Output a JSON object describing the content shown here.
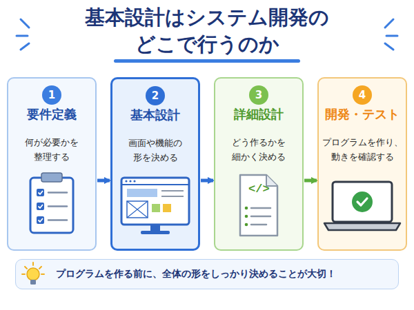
{
  "diagram": {
    "title": "基本設計はシステム開発の どこで行うのか",
    "nodes": [
      {
        "text": [
          "要件定義",
          "何が必要かを 整理する"
        ]
      },
      {
        "text": [
          "1"
        ],
        "in": 0
      },
      {
        "text": [
          "基本設計",
          "画面や機能の 形を決める"
        ]
      },
      {
        "text": [
          "2"
        ],
        "in": 2
      },
      {
        "text": [
          "詳細設計",
          "どう作るかを 細かく決める"
        ]
      },
      {
        "text": [
          "3"
        ],
        "in": 4
      },
      {
        "text": [
          "開発・テスト",
          "プログラムを作り、 動きを確認する"
        ]
      },
      {
        "text": [
          "4"
        ],
        "in": 6
      },
      {
        "text": [
          "プログラムを作る前に、全体の形をしっかり決めることが大切！"
        ]
      }
    ],
    "edges": [
      {
        "from": 0,
        "to": 2,
        "arrow": "to"
      },
      {
        "from": 2,
        "to": 4,
        "arrow": "to"
      },
      {
        "from": 4,
        "to": 6,
        "arrow": "to"
      }
    ],
    "labels": [
      "</>"
    ]
  }
}
